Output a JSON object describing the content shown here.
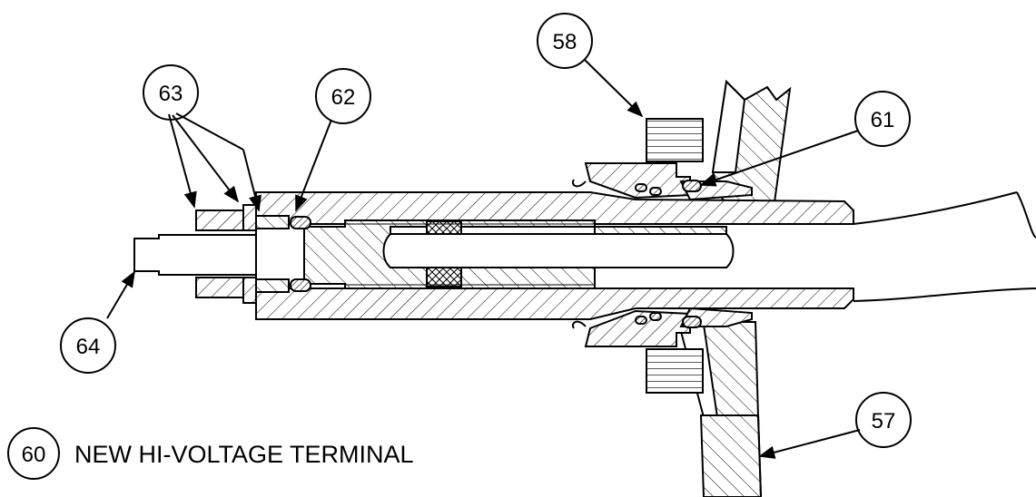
{
  "caption": {
    "number": "60",
    "text": "NEW HI-VOLTAGE TERMINAL"
  },
  "callouts": [
    {
      "id": "58",
      "label": "58"
    },
    {
      "id": "63",
      "label": "63"
    },
    {
      "id": "62",
      "label": "62"
    },
    {
      "id": "61",
      "label": "61"
    },
    {
      "id": "64",
      "label": "64"
    },
    {
      "id": "57",
      "label": "57"
    }
  ]
}
